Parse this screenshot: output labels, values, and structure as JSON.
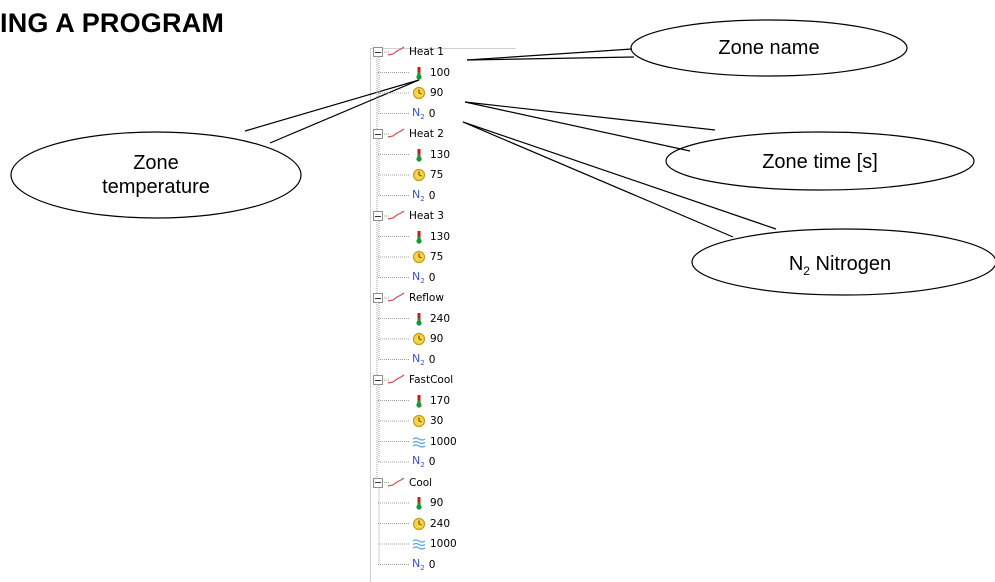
{
  "heading": "ING A PROGRAM",
  "tree": {
    "zones": [
      {
        "name": "Heat 1",
        "temperature": "100",
        "time": "90",
        "nitrogen": "0"
      },
      {
        "name": "Heat 2",
        "temperature": "130",
        "time": "75",
        "nitrogen": "0"
      },
      {
        "name": "Heat 3",
        "temperature": "130",
        "time": "75",
        "nitrogen": "0"
      },
      {
        "name": "Reflow",
        "temperature": "240",
        "time": "90",
        "nitrogen": "0"
      },
      {
        "name": "FastCool",
        "temperature": "170",
        "time": "30",
        "fan": "1000",
        "nitrogen": "0"
      },
      {
        "name": "Cool",
        "temperature": "90",
        "time": "240",
        "fan": "1000",
        "nitrogen": "0"
      }
    ]
  },
  "callouts": {
    "zone_name": "Zone name",
    "zone_temperature_line1": "Zone",
    "zone_temperature_line2": "temperature",
    "zone_time": "Zone time [s]",
    "nitrogen_n": "N",
    "nitrogen_sub": "2",
    "nitrogen_rest": " Nitrogen"
  },
  "icons": {
    "zone": "zone-graph-icon",
    "temperature": "thermometer-icon",
    "time": "clock-icon",
    "fan": "fan-icon",
    "nitrogen": "nitrogen-icon"
  },
  "colors": {
    "nitrogen_text": "#3a55c9",
    "tree_line": "#a0a0a0"
  }
}
